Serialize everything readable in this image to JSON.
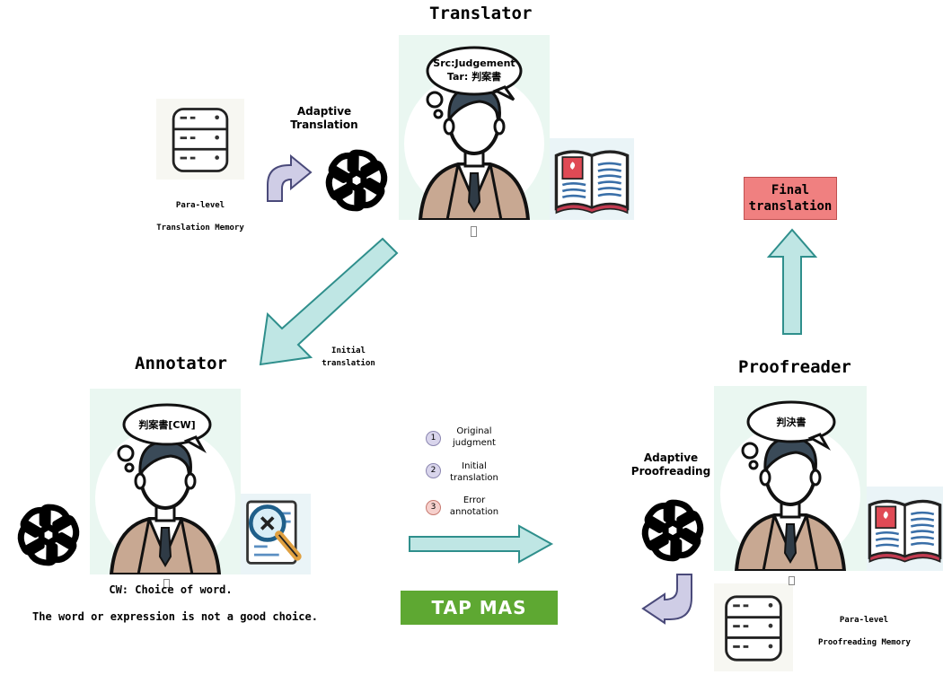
{
  "roles": {
    "translator": "Translator",
    "annotator": "Annotator",
    "proofreader": "Proofreader"
  },
  "translator": {
    "bubble_line1": "Src:Judgement",
    "bubble_line2": "Tar: 判案書",
    "adaptive_label_line1": "Adaptive",
    "adaptive_label_line2": "Translation",
    "memory_line1": "Para-level",
    "memory_line2": "Translation Memory"
  },
  "annotator": {
    "bubble": "判案書[CW]",
    "cw_line1": "CW: Choice of word.",
    "cw_line2": "The word or expression is not a good choice."
  },
  "proofreader": {
    "bubble": "判決書",
    "adaptive_label_line1": "Adaptive",
    "adaptive_label_line2": "Proofreading",
    "memory_line1": "Para-level",
    "memory_line2": "Proofreading Memory"
  },
  "arrows": {
    "initial_line1": "Initial",
    "initial_line2": "translation"
  },
  "steps": [
    {
      "num": "1",
      "line1": "Original",
      "line2": "judgment",
      "color": "#d9d5ec"
    },
    {
      "num": "2",
      "line1": "Initial",
      "line2": "translation",
      "color": "#d9d5ec"
    },
    {
      "num": "3",
      "line1": "Error",
      "line2": "annotation",
      "color": "#f6d0cc"
    }
  ],
  "final": {
    "line1": "Final",
    "line2": "translation"
  },
  "system": {
    "name": "TAP MAS"
  },
  "colors": {
    "arrow_fill": "#bfe6e4",
    "arrow_stroke": "#2f8f8c",
    "cycle_fill": "#cfcde6",
    "final_box": "#f08080",
    "tap_bg": "#5ea832"
  }
}
